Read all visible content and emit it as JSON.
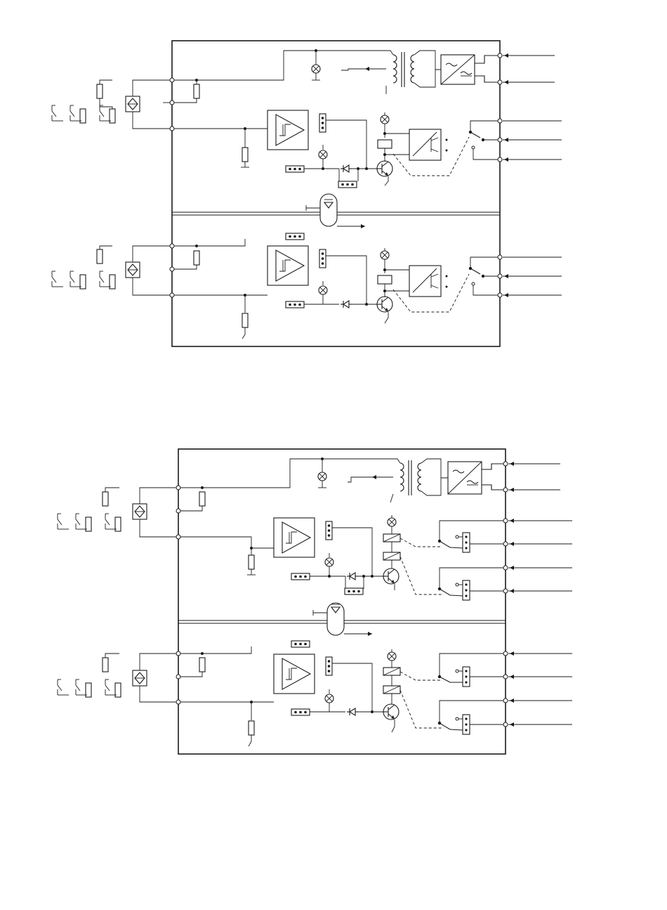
{
  "diagrams": [
    {
      "name": "",
      "channels": 2,
      "outputs_per_channel": 1,
      "output_type": "relay-changeover-with-transistor"
    },
    {
      "name": "",
      "channels": 2,
      "outputs_per_channel": 2,
      "output_type": "double-relay-changeover"
    }
  ],
  "colors": {
    "line": "#1a1a1a",
    "background": "#ffffff"
  },
  "icons": [
    "lamp-icon",
    "transformer-icon",
    "rectifier-icon",
    "amplifier-icon",
    "relay-coil-icon",
    "transistor-icon",
    "diode-icon",
    "resistor-icon",
    "optocoupler-icon",
    "jumper-icon",
    "isolation-barrier-icon",
    "switch-icon",
    "sensor-contact-icon",
    "ground-icon"
  ]
}
